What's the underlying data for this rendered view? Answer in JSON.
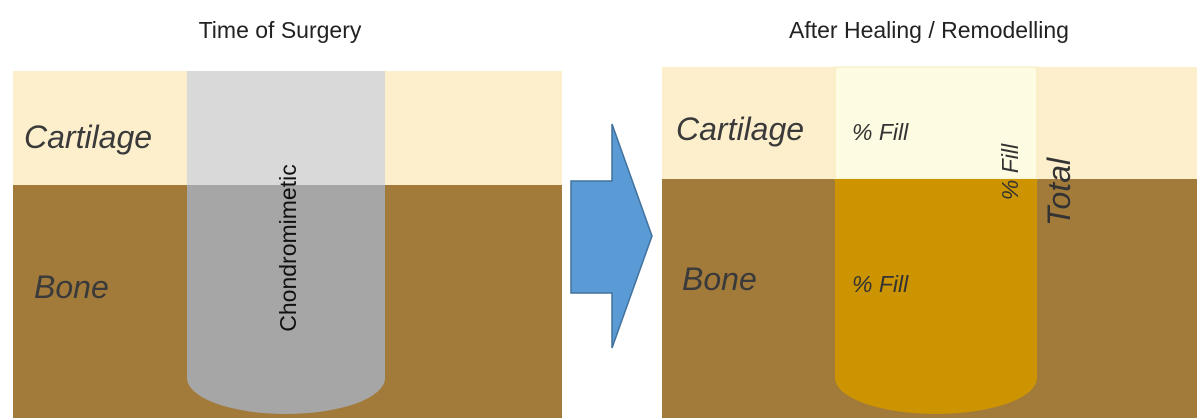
{
  "left_panel": {
    "title": "Time of Surgery",
    "cartilage_label": "Cartilage",
    "bone_label": "Bone",
    "implant_label": "Chondromimetic"
  },
  "right_panel": {
    "title": "After Healing / Remodelling",
    "cartilage_label": "Cartilage",
    "bone_label": "Bone",
    "cartilage_fill_label": "% Fill",
    "bone_fill_label": "% Fill",
    "side_fill_label": "% Fill",
    "total_label": "Total"
  },
  "colors": {
    "cartilage": "#fdefcc",
    "bone": "#a27b3b",
    "implant_cartilage": "#d9d9d9",
    "implant_bone": "#a6a6a6",
    "healed_cartilage": "#fefbe3",
    "healed_bone": "#cc9400",
    "arrow": "#5b9bd5",
    "arrow_stroke": "#41719c"
  }
}
